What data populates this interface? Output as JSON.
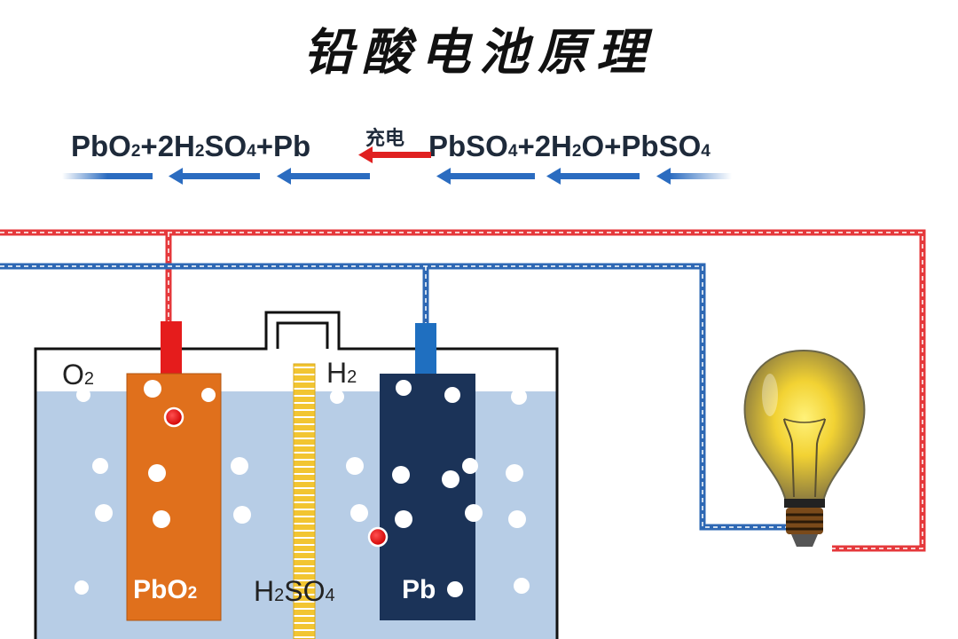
{
  "title": "铅酸电池原理",
  "equation": {
    "left": [
      {
        "base": "PbO",
        "sub": "2"
      },
      {
        "base": "+2H",
        "sub": "2"
      },
      {
        "base": "SO",
        "sub": "4"
      },
      {
        "base": "+Pb",
        "sub": ""
      }
    ],
    "charge_label": "充电",
    "right": [
      {
        "base": "PbSO",
        "sub": "4"
      },
      {
        "base": "+2H",
        "sub": "2"
      },
      {
        "base": "O+PbSO",
        "sub": "4"
      }
    ]
  },
  "labels": {
    "o2": {
      "base": "O",
      "sub": "2"
    },
    "h2": {
      "base": "H",
      "sub": "2"
    },
    "positive_plate": {
      "base": "PbO",
      "sub": "2"
    },
    "electrolyte": [
      {
        "base": "H",
        "sub": "2"
      },
      {
        "base": "SO",
        "sub": "4"
      }
    ],
    "negative_plate": {
      "base": "Pb",
      "sub": ""
    }
  },
  "colors": {
    "electrolyte": "#b7cde6",
    "positive_plate": "#e0701c",
    "negative_plate": "#1b3358",
    "separator": "#f2c531",
    "positive_wire": "#e5383b",
    "negative_wire": "#2e68b4",
    "arrow_blue": "#2b6cc0",
    "arrow_red": "#e02020"
  },
  "icons": [
    "light-bulb-icon"
  ]
}
